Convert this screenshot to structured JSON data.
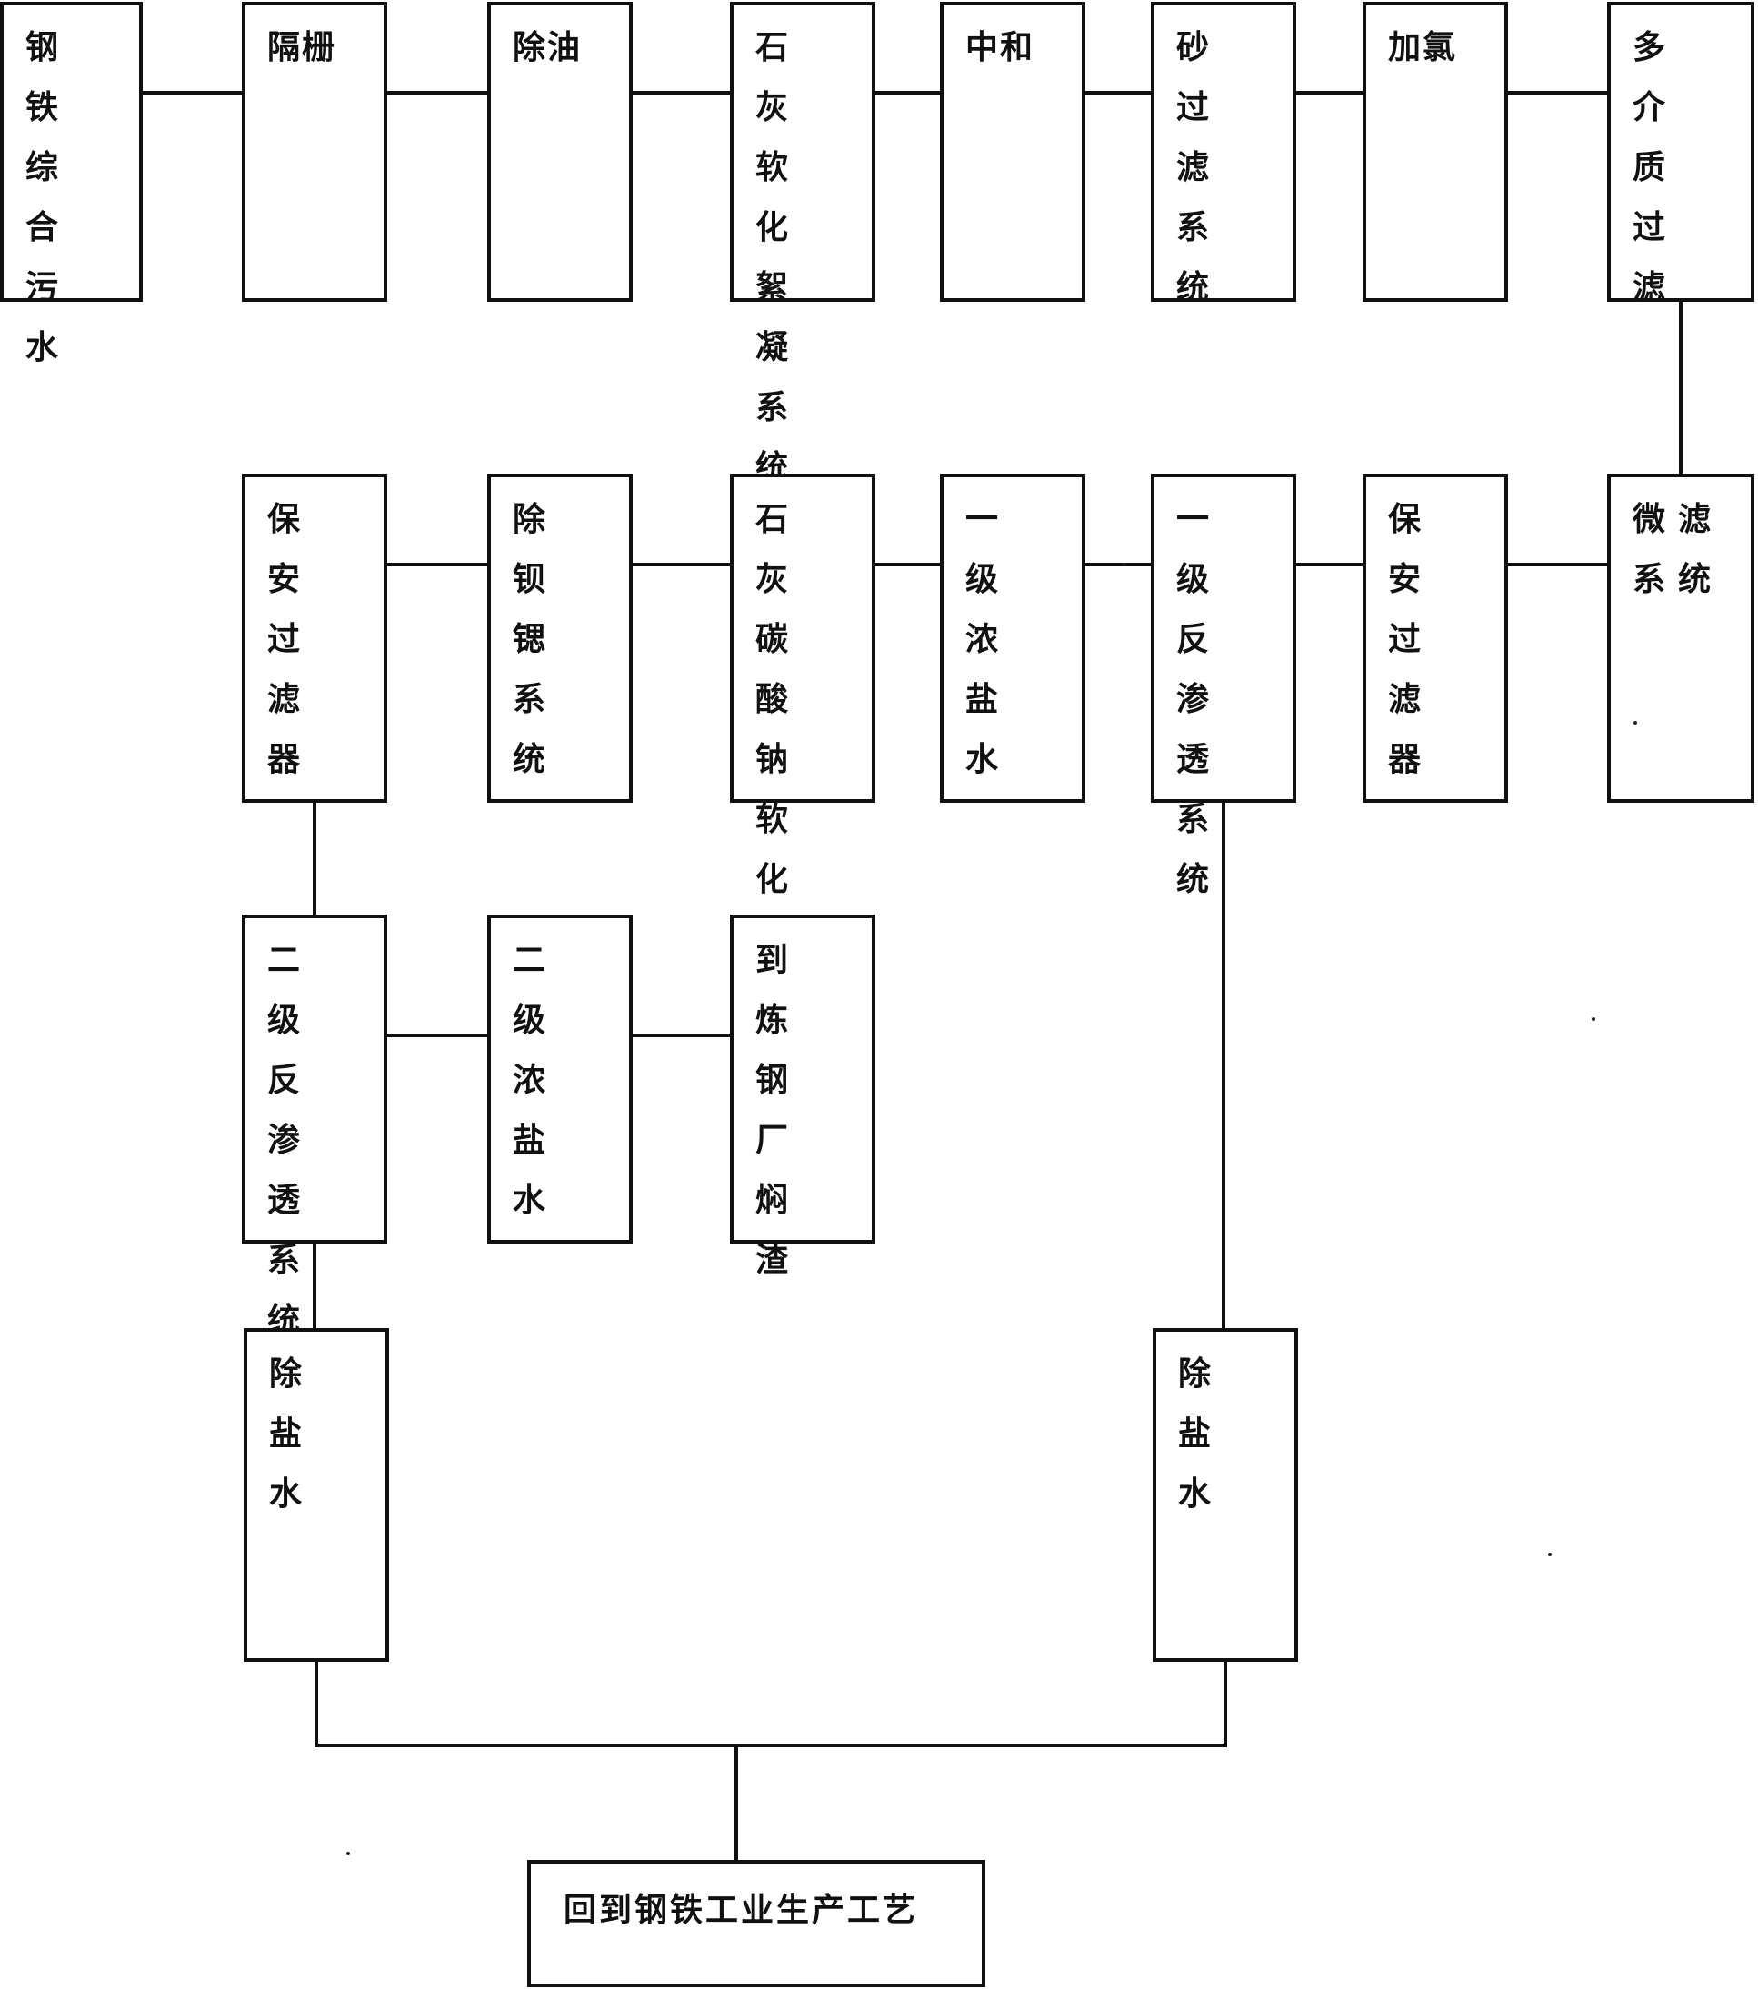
{
  "diagram": {
    "nodes": {
      "wastewater": "钢铁综合污水",
      "screen": "隔栅",
      "oil_removal": "除油",
      "lime_softening": "石灰软化絮凝系统",
      "neutralization": "中和",
      "sand_filter": "砂过滤系统",
      "chlorination": "加氯",
      "multimedia_filter": "多介质过滤",
      "security_filter_2": "保安过滤器",
      "barium_strontium_removal": "除钡锶系统",
      "lime_soda_softening": "石灰碳酸钠软化系统",
      "primary_brine": "一级浓盐水",
      "primary_ro": "一级反渗透系统",
      "security_filter_1": "保安过滤器",
      "microfiltration": "微滤系统",
      "secondary_ro": "二级反渗透系统",
      "secondary_brine": "二级浓盐水",
      "to_steel_plant": "到炼钢厂焖渣",
      "demin_water_left": "除盐水",
      "demin_water_right": "除盐水",
      "return_to_process": "回到钢铁工业生产工艺"
    }
  }
}
